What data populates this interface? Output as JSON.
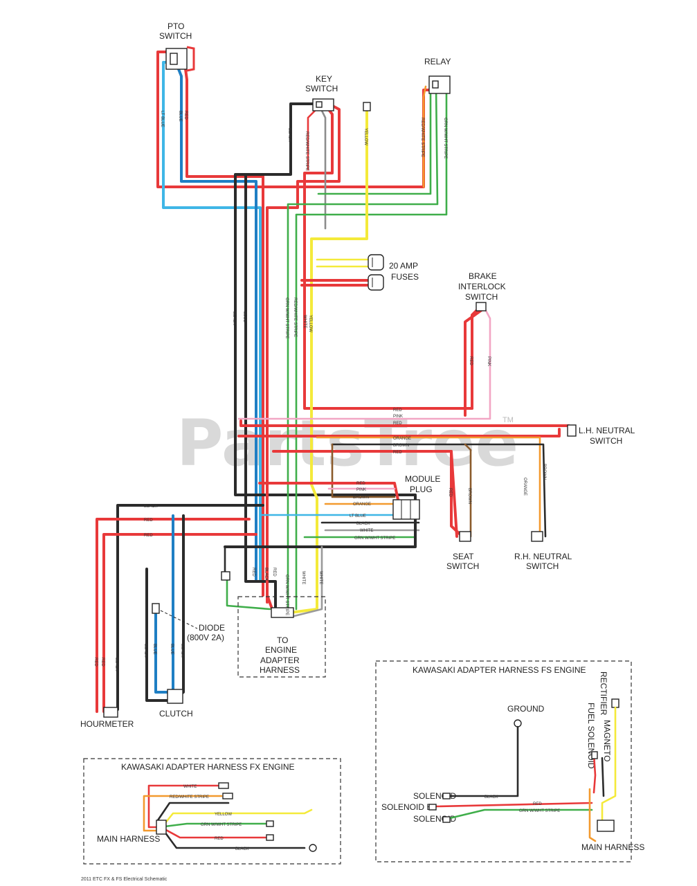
{
  "labels": {
    "pto_switch_1": "PTO",
    "pto_switch_2": "SWITCH",
    "key_switch_1": "KEY",
    "key_switch_2": "SWITCH",
    "relay": "RELAY",
    "fuses_1": "20 AMP",
    "fuses_2": "FUSES",
    "brake_1": "BRAKE",
    "brake_2": "INTERLOCK",
    "brake_3": "SWITCH",
    "lh_neutral_1": "L.H. NEUTRAL",
    "lh_neutral_2": "SWITCH",
    "module_1": "MODULE",
    "module_2": "PLUG",
    "seat_1": "SEAT",
    "seat_2": "SWITCH",
    "rh_neutral_1": "R.H. NEUTRAL",
    "rh_neutral_2": "SWITCH",
    "diode_1": "DIODE",
    "diode_2": "(800V 2A)",
    "engine_1": "TO",
    "engine_2": "ENGINE",
    "engine_3": "ADAPTER",
    "engine_4": "HARNESS",
    "clutch": "CLUTCH",
    "hourmeter": "HOURMETER",
    "fx_title": "KAWASAKI ADAPTER HARNESS   FX ENGINE",
    "fx_main": "MAIN HARNESS",
    "fs_title": "KAWASAKI ADAPTER HARNESS   FS ENGINE",
    "fs_main": "MAIN HARNESS",
    "fs_ground": "GROUND",
    "fs_rectifier": "RECTIFIER",
    "fs_fuel": "FUEL SOLENOID",
    "fs_magneto": "MAGNETO",
    "fs_solenoid": "SOLENOID",
    "fs_solenoid_b": "SOLENOID B+",
    "fs_solenoid_c": "SOLENOID",
    "footer": "2011 ETC FX & FS Electrical Schematic",
    "watermark": "PartsTree",
    "tm": "TM"
  },
  "wire_labels": {
    "red": "RED",
    "black": "BLACK",
    "blue": "BLUE",
    "lt_blue": "LT BLUE",
    "yellow": "YELLOW",
    "white": "WHITE",
    "pink": "PINK",
    "orange": "ORANGE",
    "brown": "BROWN",
    "red_white": "RED/WHITE STRIPE",
    "grn_white": "GRN W/WHT STRIPE"
  },
  "colors": {
    "red": "#e8393a",
    "black": "#2b2b2b",
    "blue": "#1f7fc4",
    "lt_blue": "#3fb6e6",
    "yellow": "#f4ea3a",
    "green": "#3fae4a",
    "orange": "#f39a2e",
    "pink": "#f2a6c4",
    "brown": "#8a5a2b"
  }
}
